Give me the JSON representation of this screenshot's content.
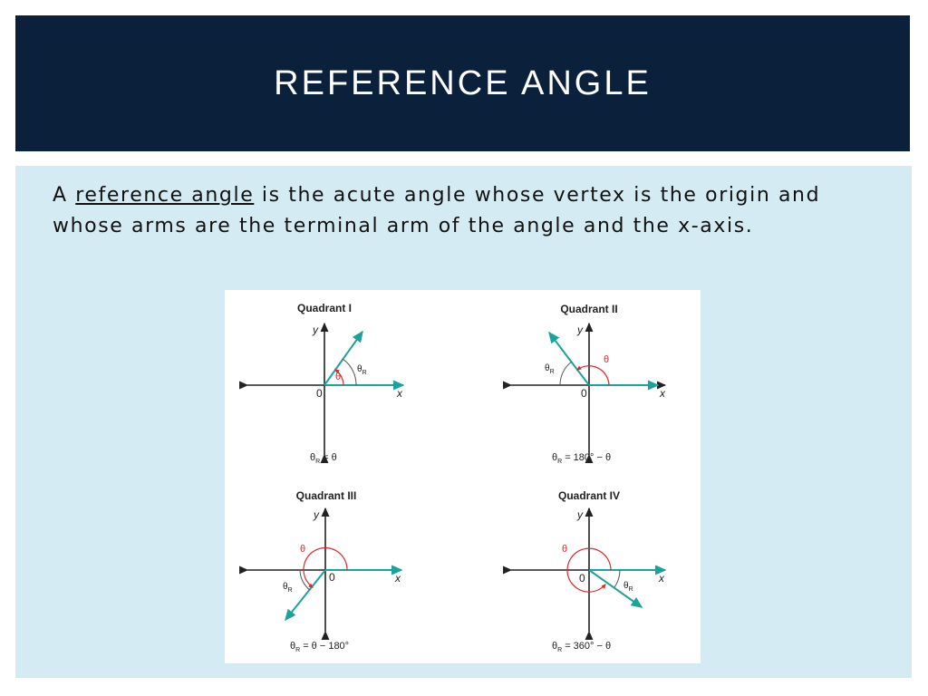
{
  "slide": {
    "title": "REFERENCE ANGLE",
    "intro_prefix": "A",
    "term": "reference angle",
    "intro_rest": "is the acute angle whose vertex is the origin and whose arms are the terminal arm of the angle and the x-axis."
  },
  "colors": {
    "title_bar": "#0b203a",
    "content_bg": "#d5ebf3",
    "terminal_arm": "#1aa39a",
    "theta_arc": "#e0262b",
    "axis": "#222222"
  },
  "figure": {
    "axis_x": "x",
    "axis_y": "y",
    "origin": "0",
    "theta": "θ",
    "theta_r": "θ",
    "theta_r_sub": "R",
    "quadrants": [
      {
        "title": "Quadrant I",
        "formula": "= θ"
      },
      {
        "title": "Quadrant II",
        "formula": "= 180° − θ"
      },
      {
        "title": "Quadrant III",
        "formula": "= θ − 180°"
      },
      {
        "title": "Quadrant IV",
        "formula": "= 360° − θ"
      }
    ]
  }
}
